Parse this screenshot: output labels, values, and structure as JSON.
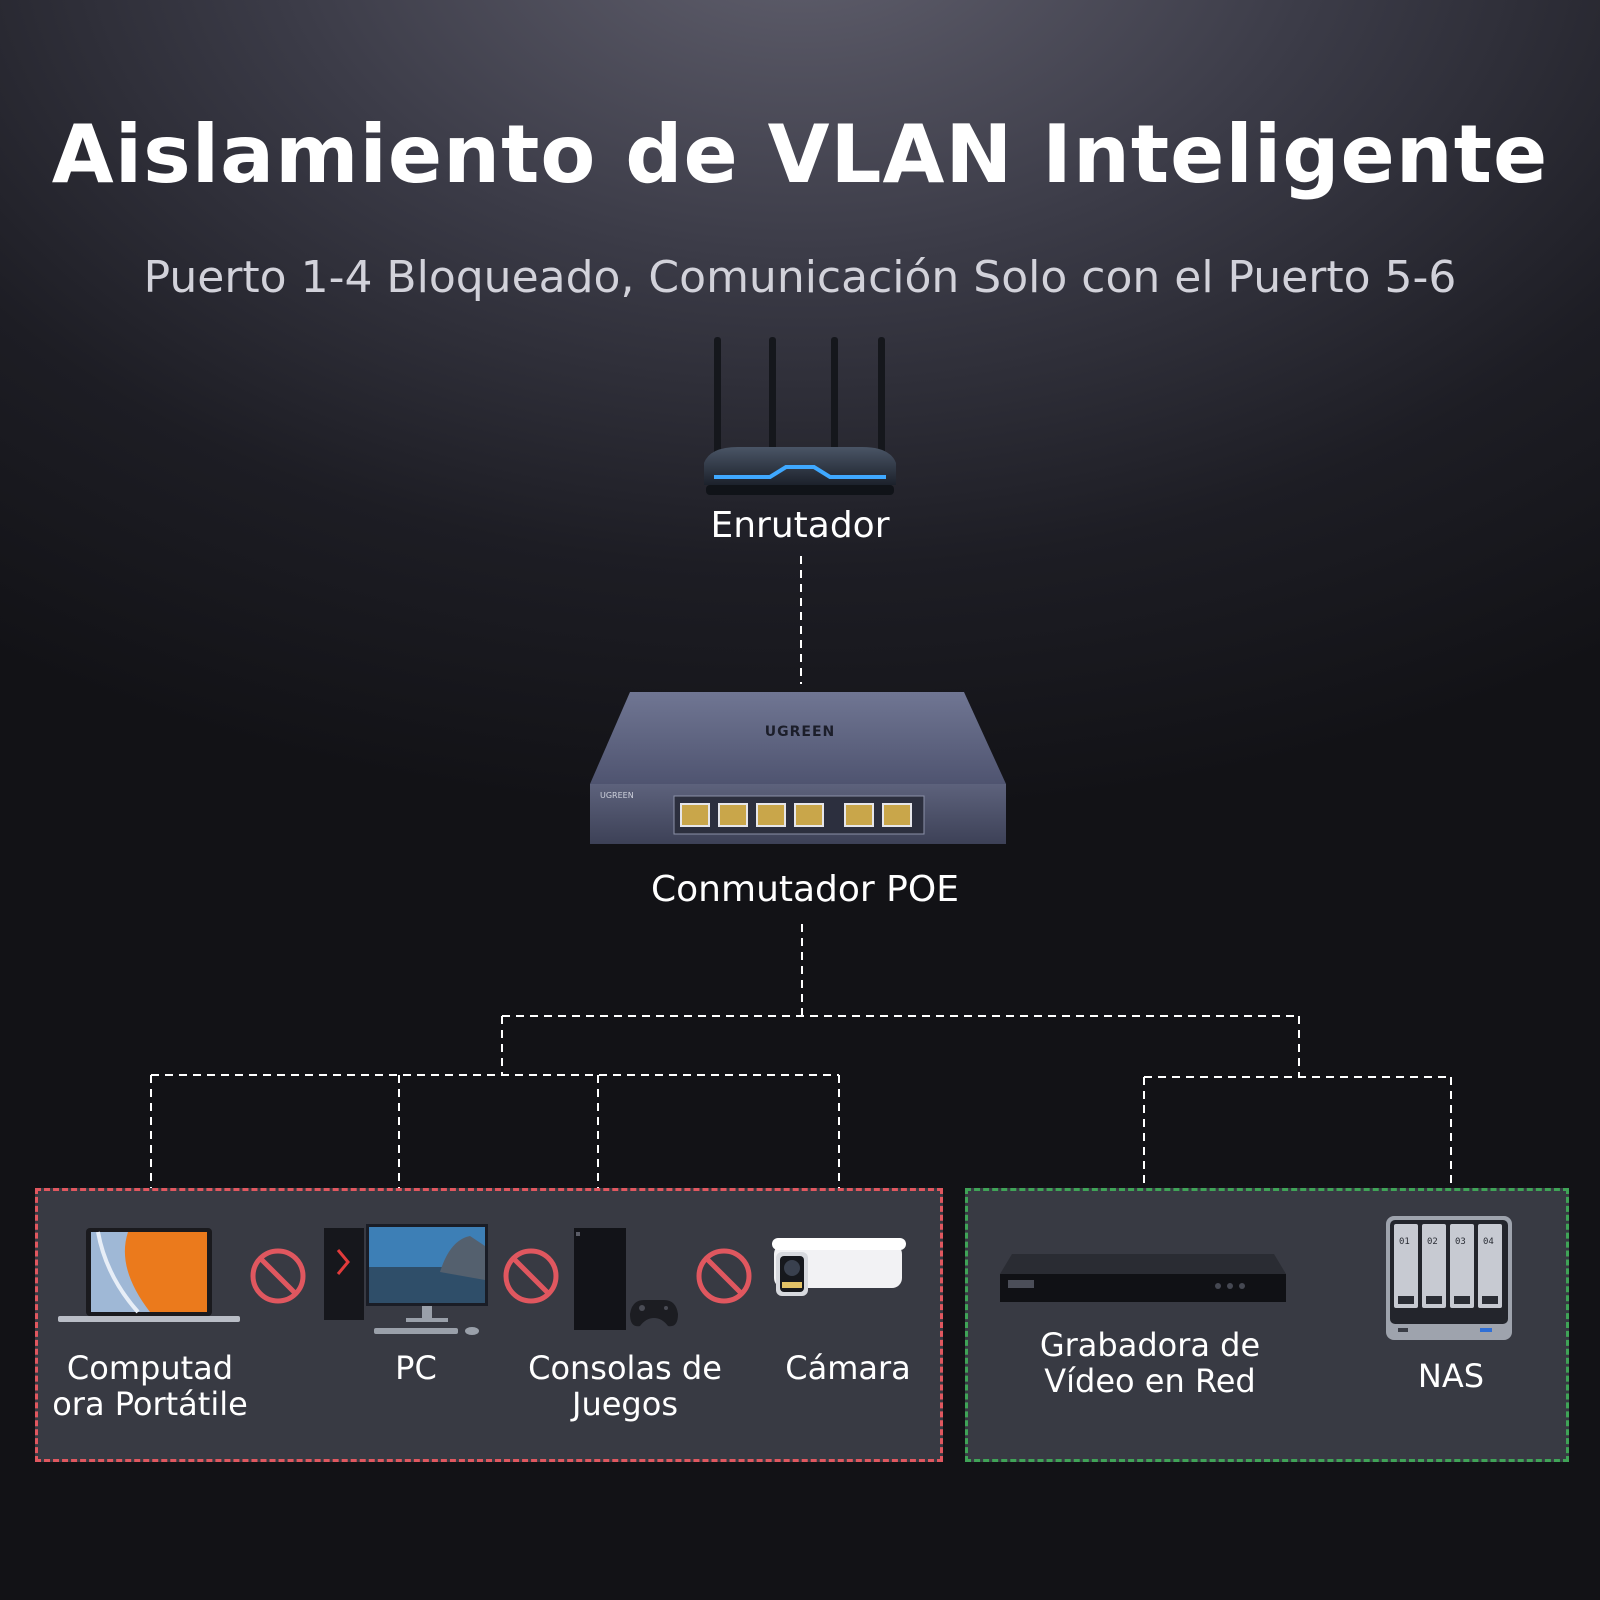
{
  "title": "Aislamiento de VLAN Inteligente",
  "subtitle": "Puerto 1-4 Bloqueado, Comunicación Solo con el Puerto 5-6",
  "router": {
    "label": "Enrutador",
    "icon": "router-icon"
  },
  "switch": {
    "label": "Conmutador POE",
    "brand": "UGREEN",
    "icon": "poe-switch-icon"
  },
  "blocked_group": {
    "border_color": "#e0575f",
    "devices": [
      {
        "line1": "Computad",
        "line2": "ora Portátile",
        "icon": "laptop-icon"
      },
      {
        "line1": "PC",
        "icon": "desktop-pc-icon"
      },
      {
        "line1": "Consolas de",
        "line2": "Juegos",
        "icon": "game-console-icon"
      },
      {
        "line1": "Cámara",
        "icon": "camera-icon"
      }
    ],
    "blocked_icon": "blocked-icon"
  },
  "open_group": {
    "border_color": "#3fa357",
    "devices": [
      {
        "line1": "Grabadora de",
        "line2": "Vídeo en Red",
        "icon": "nvr-icon"
      },
      {
        "line1": "NAS",
        "icon": "nas-icon",
        "bays": [
          "01",
          "02",
          "03",
          "04"
        ]
      }
    ]
  }
}
